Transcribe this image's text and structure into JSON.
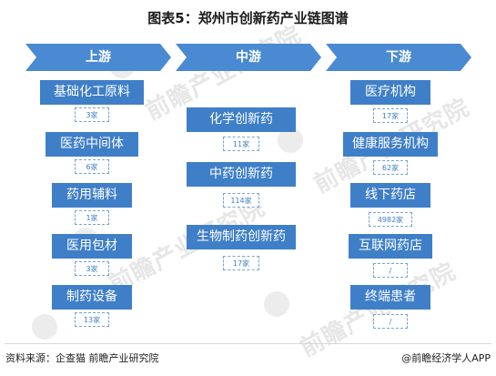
{
  "title": "图表5：郑州市创新药产业链图谱",
  "stages": [
    {
      "label": "上游"
    },
    {
      "label": "中游"
    },
    {
      "label": "下游"
    }
  ],
  "upstream": [
    {
      "name": "基础化工原料",
      "count": "3家"
    },
    {
      "name": "医药中间体",
      "count": "6家"
    },
    {
      "name": "药用辅料",
      "count": "1家"
    },
    {
      "name": "医用包材",
      "count": "3家"
    },
    {
      "name": "制药设备",
      "count": "13家"
    }
  ],
  "midstream": [
    {
      "name": "化学创新药",
      "count": "11家"
    },
    {
      "name": "中药创新药",
      "count": "114家"
    },
    {
      "name": "生物制药创新药",
      "count": "17家"
    }
  ],
  "downstream": [
    {
      "name": "医疗机构",
      "count": "17家"
    },
    {
      "name": "健康服务机构",
      "count": "62家"
    },
    {
      "name": "线下药店",
      "count": "4982家"
    },
    {
      "name": "互联网药店",
      "count": "/"
    },
    {
      "name": "终端患者",
      "count": "/"
    }
  ],
  "watermark": "前瞻产业研究院",
  "source": "资料来源：企查猫 前瞻产业研究院",
  "brand": "@前瞻经济学人APP",
  "colors": {
    "accent": "#3f7fc8",
    "chevron": "#4a8ad2"
  }
}
